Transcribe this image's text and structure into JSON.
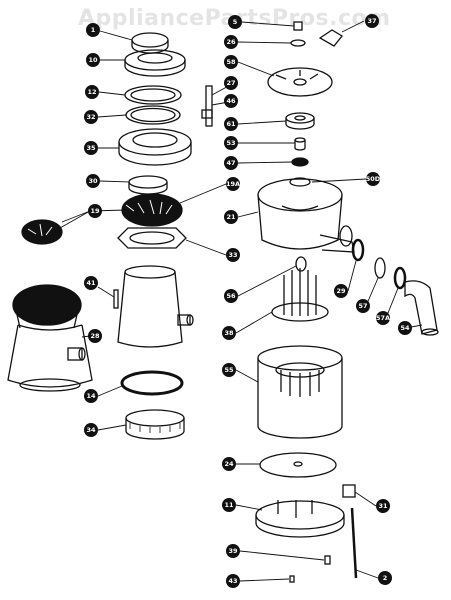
{
  "watermark": "AppliancePartsPros.com",
  "colors": {
    "ink": "#111111",
    "paper": "#ffffff",
    "watermark": "#e4e4e4"
  },
  "callouts": {
    "c1": "1",
    "c10": "10",
    "c12": "12",
    "c32": "32",
    "c35": "35",
    "c30": "30",
    "c19a": "19A",
    "c19": "19",
    "c33": "33",
    "c41": "41",
    "c28": "28",
    "c14": "14",
    "c34": "34",
    "c5": "5",
    "c37": "37",
    "c26": "26",
    "c58": "58",
    "c27": "27",
    "c46": "46",
    "c61": "61",
    "c53": "53",
    "c47": "47",
    "c50d": "50D",
    "c21": "21",
    "c56": "56",
    "c38": "38",
    "c29": "29",
    "c57": "57",
    "c57a": "57A",
    "c54": "54",
    "c55": "55",
    "c24": "24",
    "c11": "11",
    "c31": "31",
    "c39": "39",
    "c43": "43",
    "c2": "2"
  }
}
